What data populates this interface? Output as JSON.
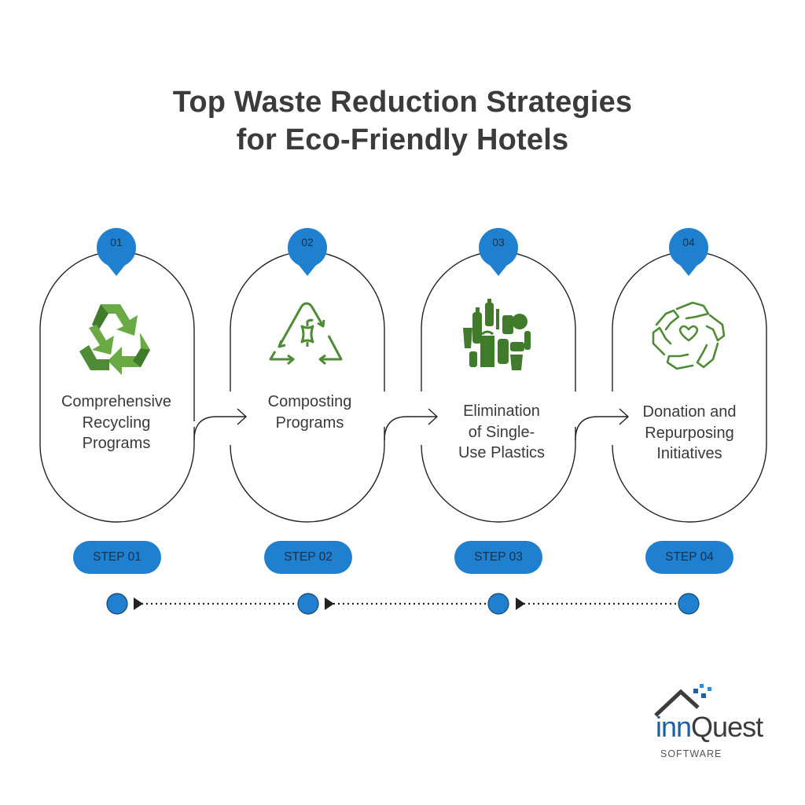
{
  "title": {
    "line1": "Top Waste Reduction Strategies",
    "line2": "for Eco-Friendly Hotels"
  },
  "colors": {
    "accent_blue": "#1f80cf",
    "outline": "#222222",
    "icon_green": "#4f8b35",
    "title_text": "#3b3b3b"
  },
  "steps": [
    {
      "number": "01",
      "icon": "recycling-arrows-icon",
      "label_lines": [
        "Comprehensive",
        "Recycling",
        "Programs"
      ],
      "step_label": "STEP 01"
    },
    {
      "number": "02",
      "icon": "compost-apple-core-icon",
      "label_lines": [
        "Composting",
        "Programs"
      ],
      "step_label": "STEP 02"
    },
    {
      "number": "03",
      "icon": "single-use-plastics-icon",
      "label_lines": [
        "Elimination",
        "of Single-",
        "Use Plastics"
      ],
      "step_label": "STEP 03"
    },
    {
      "number": "04",
      "icon": "helping-hands-heart-icon",
      "label_lines": [
        "Donation and",
        "Repurposing",
        "Initiatives"
      ],
      "step_label": "STEP 04"
    }
  ],
  "logo": {
    "word_inn": "inn",
    "word_quest": "Quest",
    "subtitle": "SOFTWARE"
  }
}
